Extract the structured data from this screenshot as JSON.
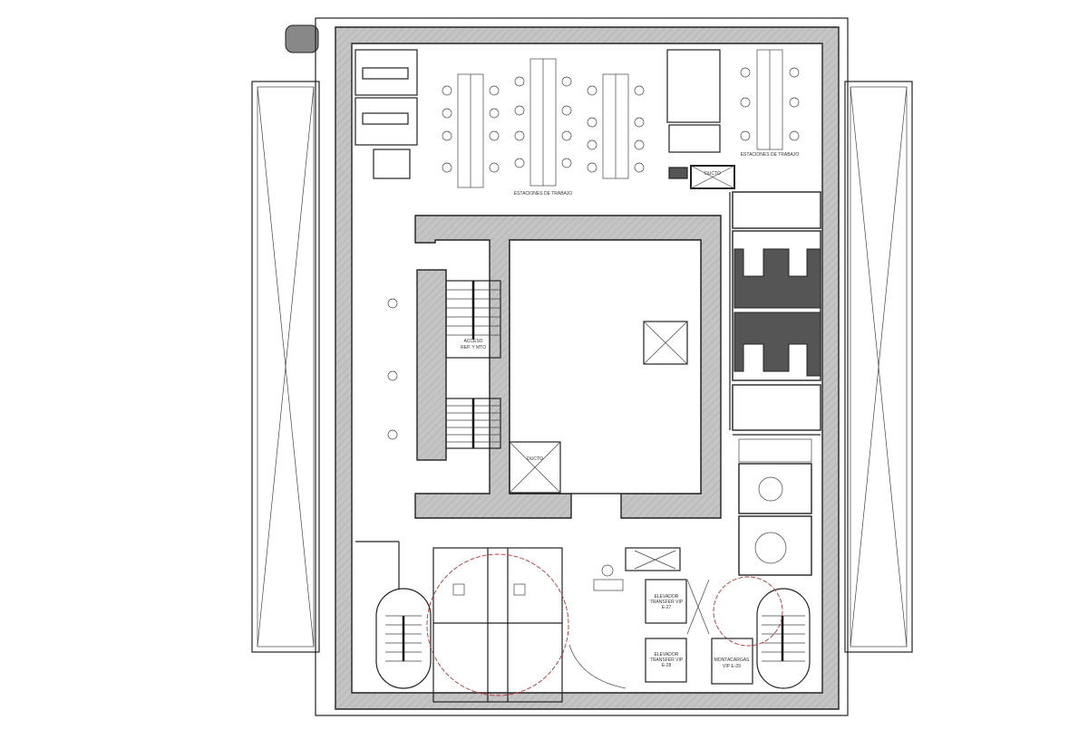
{
  "plan": {
    "labels": {
      "access": "ACCESO",
      "maintenance": "REP. Y MTO",
      "duct_center": "DUCTO",
      "duct_top": "DUCTO",
      "workstations_1": "ESTACIONES DE TRABAJO",
      "workstations_2": "ESTACIONES DE TRABAJO",
      "elevator_27_a": "ELEVADOR",
      "elevator_27_b": "TRANSFER VIP",
      "elevator_27_c": "E-27",
      "elevator_28_a": "ELEVADOR",
      "elevator_28_b": "TRANSFER VIP",
      "elevator_28_c": "E-28",
      "freight_a": "MONTACARGAS",
      "freight_b": "VIP E-29"
    }
  }
}
